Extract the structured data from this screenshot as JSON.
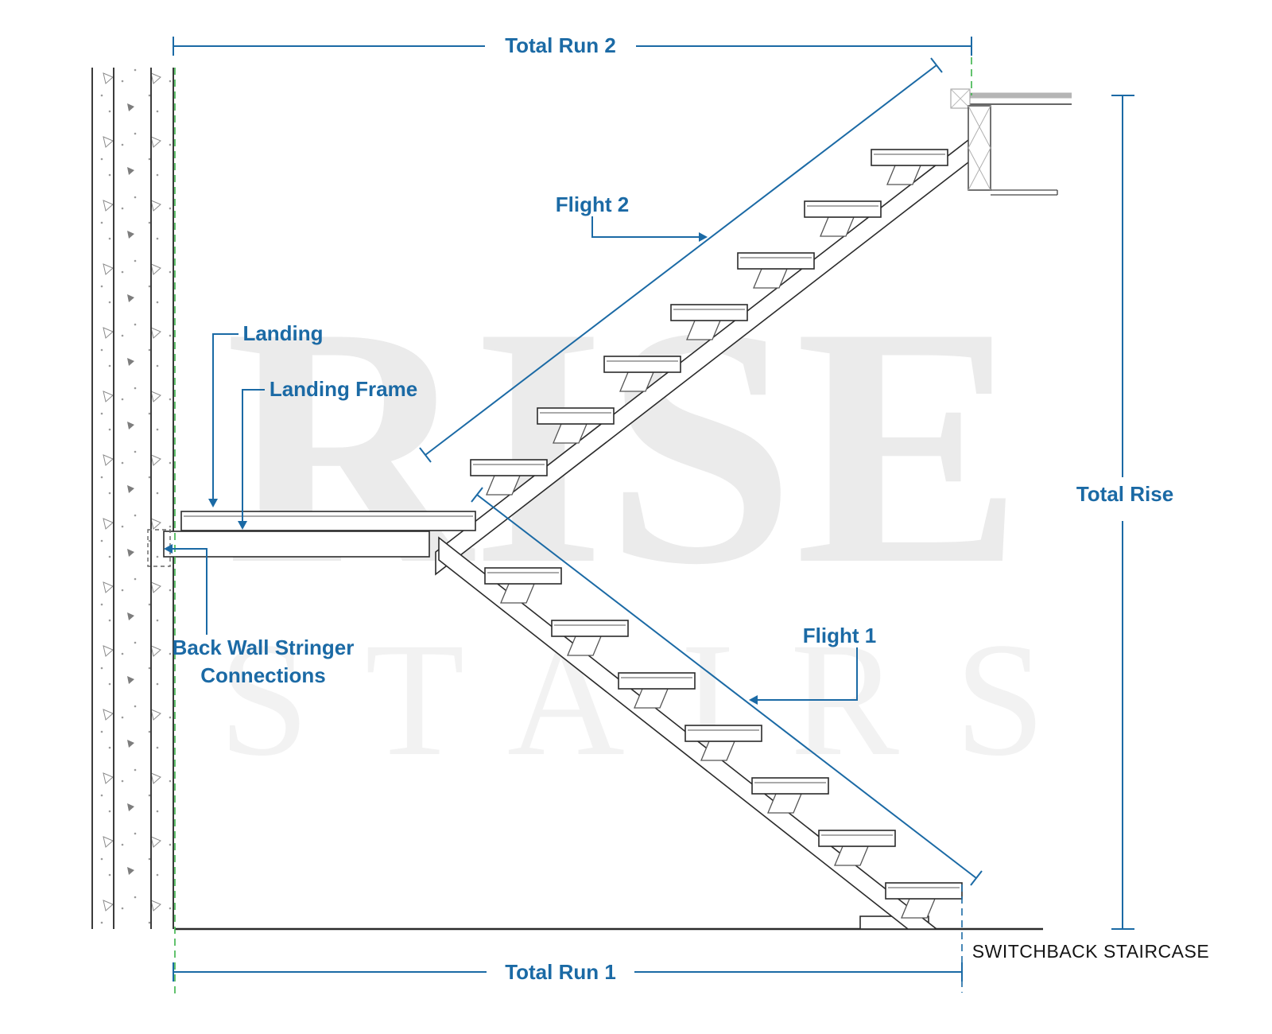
{
  "title": "SWITCHBACK STAIRCASE",
  "watermark": {
    "line1": "RISE",
    "line2": "STAIRS"
  },
  "labels": {
    "total_run_2": "Total Run 2",
    "flight_2": "Flight 2",
    "landing": "Landing",
    "landing_frame": "Landing Frame",
    "back_wall_line1": "Back Wall Stringer",
    "back_wall_line2": "Connections",
    "flight_1": "Flight 1",
    "total_rise": "Total Rise",
    "total_run_1": "Total Run 1"
  },
  "stairs": {
    "flights": 2,
    "treads_per_flight": 7
  },
  "colors": {
    "dimension_blue": "#1b6aa5",
    "wall_reference_green": "#3cb44a",
    "drawing_line": "#2b2b2b",
    "watermark_gray": "#ebebeb"
  }
}
